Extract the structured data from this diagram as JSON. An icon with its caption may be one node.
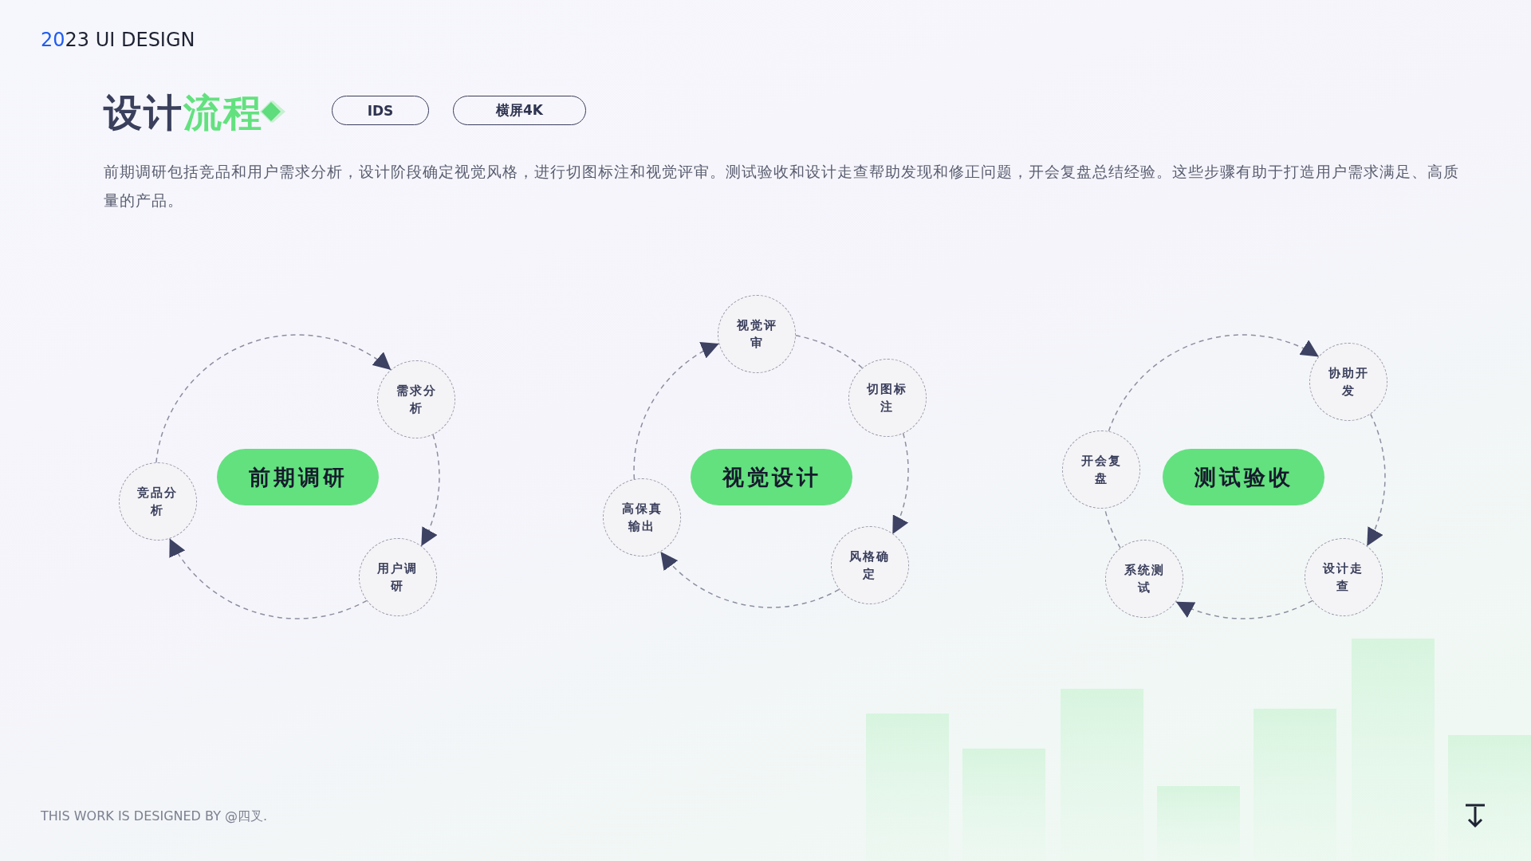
{
  "diagram": {
    "title": "设计流程",
    "nodes": [
      {
        "text": [
          "前期调研"
        ]
      },
      {
        "text": [
          "竞品分析"
        ]
      },
      {
        "text": [
          "需求分析"
        ]
      },
      {
        "text": [
          "用户调研"
        ]
      },
      {
        "text": [
          "视觉设计"
        ]
      },
      {
        "text": [
          "视觉评审"
        ]
      },
      {
        "text": [
          "切图标注"
        ]
      },
      {
        "text": [
          "风格确定"
        ]
      },
      {
        "text": [
          "高保真输出"
        ]
      },
      {
        "text": [
          "测试验收"
        ]
      },
      {
        "text": [
          "协助开发"
        ]
      },
      {
        "text": [
          "开会复盘"
        ]
      },
      {
        "text": [
          "设计走查"
        ]
      },
      {
        "text": [
          "系统测试"
        ]
      }
    ],
    "edges": [
      {
        "from": 1,
        "to": 2,
        "arrow": "to"
      },
      {
        "from": 2,
        "to": 3,
        "arrow": "to"
      },
      {
        "from": 3,
        "to": 1,
        "arrow": "to"
      },
      {
        "from": 8,
        "to": 5,
        "arrow": "to"
      },
      {
        "from": 5,
        "to": 6,
        "arrow": "none"
      },
      {
        "from": 6,
        "to": 7,
        "arrow": "to"
      },
      {
        "from": 7,
        "to": 8,
        "arrow": "to"
      },
      {
        "from": 11,
        "to": 10,
        "arrow": "to"
      },
      {
        "from": 10,
        "to": 12,
        "arrow": "to"
      },
      {
        "from": 12,
        "to": 13,
        "arrow": "to"
      },
      {
        "from": 13,
        "to": 11,
        "arrow": "none"
      }
    ],
    "labels": [
      "2023 UI DESIGN",
      "IDS",
      "横屏4K",
      "前期调研包括竞品和用户需求分析，设计阶段确定视觉风格，进行切图标注和视觉评审。测试验收和设计走查帮助发现和修正问题，开会复盘总结经验。这些步骤有助于打造用户需求满足、高质量的产品。",
      "THIS WORK IS DESIGNED BY @四叉."
    ]
  }
}
